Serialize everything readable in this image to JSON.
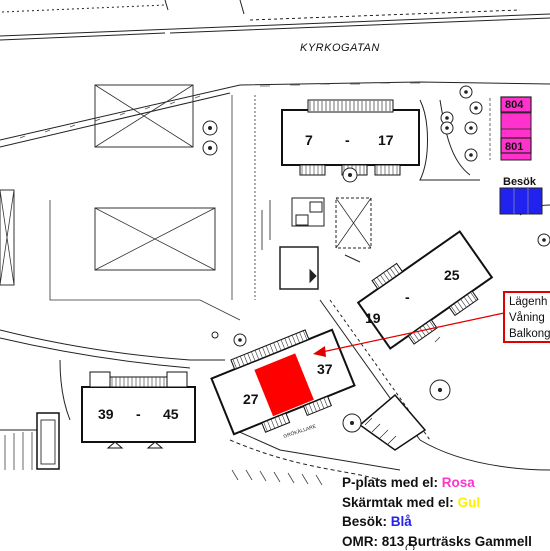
{
  "street_name": "KYRKOGATAN",
  "buildings": {
    "north": {
      "left": "7",
      "dash": "-",
      "right": "17"
    },
    "east": {
      "left": "19",
      "dash": "-",
      "right": "25"
    },
    "southwest": {
      "left": "39",
      "dash": "-",
      "right": "45"
    },
    "center": {
      "left": "27",
      "right": "37"
    }
  },
  "parking_numbers": {
    "top": "804",
    "bottom": "801"
  },
  "visitor_label": "Besök",
  "building_annotation": "GRÖKÄLLARE",
  "callout": {
    "line1": "Lägenh",
    "line2": "Våning",
    "line3": "Balkong"
  },
  "legend": {
    "ev_parking_label": "P-plats med el:",
    "ev_parking_value": "Rosa",
    "carport_label": "Skärmtak med el:",
    "carport_value": "Gul",
    "visitor_label": "Besök:",
    "visitor_value": "Blå",
    "area_line": "OMR: 813 Burträsks Gammell"
  },
  "colors": {
    "ev_parking": "#ff33cc",
    "carport": "#ffee00",
    "visitor": "#2222ee",
    "highlight": "#ff0000",
    "callout_border": "#e00000"
  }
}
